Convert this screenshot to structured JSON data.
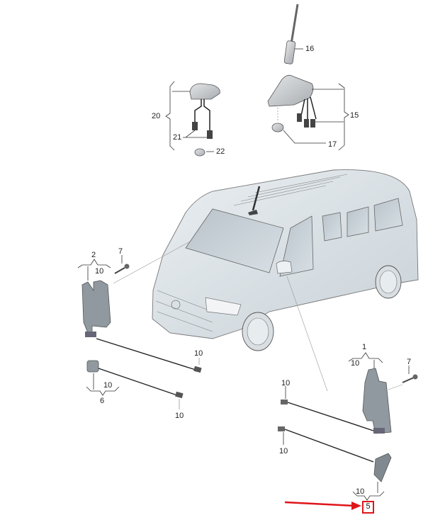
{
  "diagram": {
    "type": "exploded-parts-diagram",
    "subject": "van antenna and sensor parts",
    "highlight_color": "#e0151a",
    "part_fill": "#9aa3a8",
    "line_color": "#333333",
    "highlighted_part": "5"
  },
  "labels": {
    "p16": "16",
    "p20": "20",
    "p21": "21",
    "p22": "22",
    "p15": "15",
    "p17": "17",
    "p2": "2",
    "p2_sub": "10",
    "p7a": "7",
    "p10a": "10",
    "p6_sub": "10",
    "p6": "6",
    "p10b": "10",
    "p1": "1",
    "p1_sub": "10",
    "p7b": "7",
    "p10c": "10",
    "p10d": "10",
    "p5_sub": "10",
    "p5": "5"
  }
}
